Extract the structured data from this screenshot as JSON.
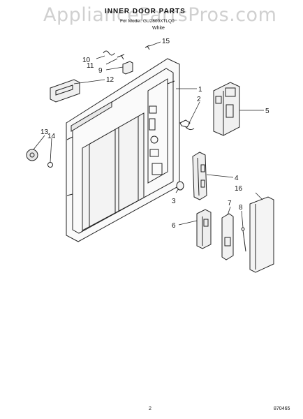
{
  "header": {
    "watermark": "AppliancePartsPros.com",
    "title": "INNER DOOR PARTS",
    "subtitle": "For Model: GU2800XTLQ0",
    "color": "White"
  },
  "callouts": [
    "1",
    "2",
    "3",
    "4",
    "5",
    "6",
    "7",
    "8",
    "9",
    "10",
    "11",
    "12",
    "13",
    "14",
    "15",
    "16"
  ],
  "footer": {
    "page_number": "2",
    "diagram_code": "870465"
  },
  "colors": {
    "line": "#222222",
    "watermark": "#aaaaaa"
  }
}
